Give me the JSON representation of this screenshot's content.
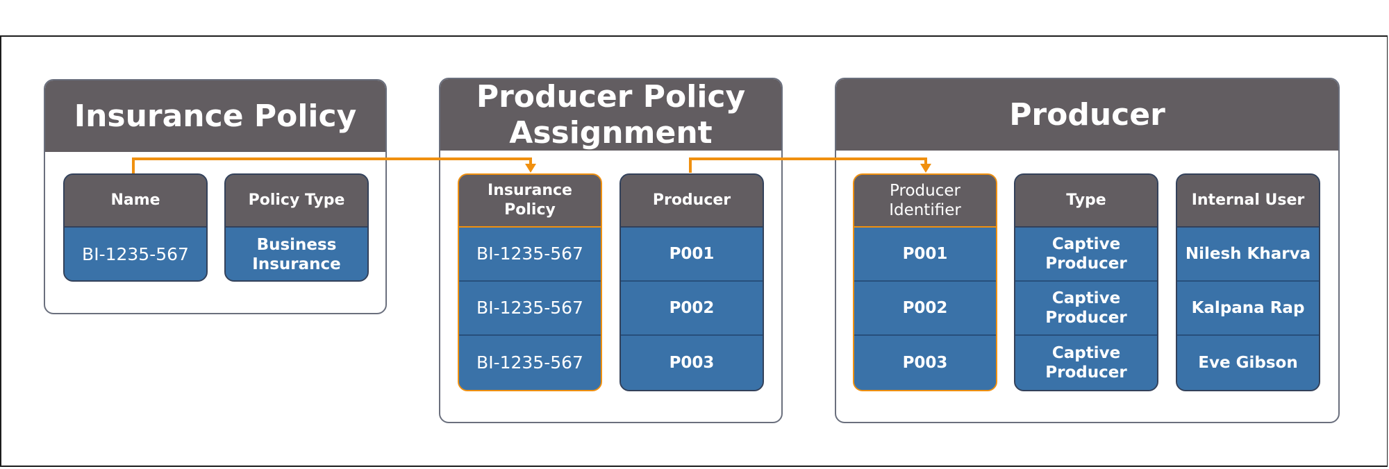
{
  "tables": {
    "insurance_policy": {
      "title": "Insurance Policy",
      "fields": {
        "name": {
          "label": "Name",
          "values": [
            "BI-1235-567"
          ]
        },
        "policy_type": {
          "label": "Policy Type",
          "values": [
            "Business\nInsurance"
          ]
        }
      }
    },
    "assignment": {
      "title": "Producer Policy\nAssignment",
      "fields": {
        "insurance_policy": {
          "label": "Insurance Policy",
          "values": [
            "BI-1235-567",
            "BI-1235-567",
            "BI-1235-567"
          ]
        },
        "producer": {
          "label": "Producer",
          "values": [
            "P001",
            "P002",
            "P003"
          ]
        }
      }
    },
    "producer": {
      "title": "Producer",
      "fields": {
        "producer_identifier": {
          "label": "Producer\nIdentifier",
          "values": [
            "P001",
            "P002",
            "P003"
          ]
        },
        "type": {
          "label": "Type",
          "values": [
            "Captive Producer",
            "Captive Producer",
            "Captive Producer"
          ]
        },
        "internal_user": {
          "label": "Internal User",
          "values": [
            "Nilesh Kharva",
            "Kalpana Rap",
            "Eve Gibson"
          ]
        }
      }
    }
  },
  "colors": {
    "header": "#625d61",
    "cell": "#3a72a8",
    "connector": "#f0900f"
  }
}
